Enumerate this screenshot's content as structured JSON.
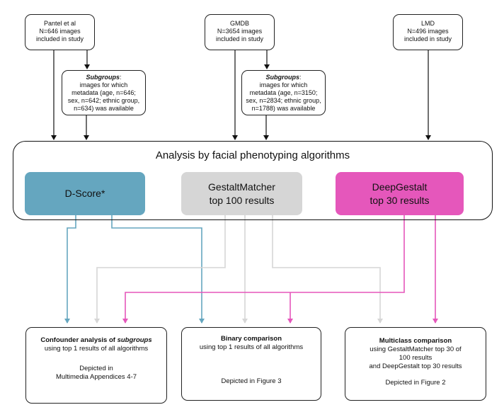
{
  "sources": {
    "pantel": {
      "lines": [
        "Pantel et al",
        "N=646 images",
        "included in study"
      ]
    },
    "gmdb": {
      "lines": [
        "GMDB",
        "N=3654 images",
        "included in study"
      ]
    },
    "lmd": {
      "lines": [
        "LMD",
        "N=496 images",
        "included in study"
      ]
    }
  },
  "subgroups": {
    "pantel": {
      "title": "Subgroups",
      "suffix": ":",
      "lines": [
        "images for which",
        "metadata (age, n=646;",
        "sex, n=642; ethnic group,",
        "n=634) was available"
      ]
    },
    "gmdb": {
      "title": "Subgroups",
      "suffix": ":",
      "lines": [
        "images for which",
        "metadata (age, n=3150;",
        "sex, n=2834; ethnic group,",
        "n=1788) was available"
      ]
    }
  },
  "analysis": {
    "title": "Analysis by facial phenotyping algorithms",
    "algorithms": [
      {
        "lines": [
          "D-Score*"
        ],
        "color": "#65a6bf"
      },
      {
        "lines": [
          "GestaltMatcher",
          "top 100 results"
        ],
        "color": "#d6d6d6"
      },
      {
        "lines": [
          "DeepGestalt",
          "top 30 results"
        ],
        "color": "#e557bb"
      }
    ]
  },
  "outputs": {
    "confounder": {
      "title_plain": "Confounder analysis of ",
      "title_italic": "subgroups",
      "sub": "using top 1 results of all algorithms",
      "depicted": [
        "Depicted in",
        "Multimedia Appendices 4-7"
      ]
    },
    "binary": {
      "title": "Binary comparison",
      "sub": "using top 1 results of all algorithms",
      "depicted": "Depicted in Figure 3"
    },
    "multiclass": {
      "title": "Multiclass comparison",
      "sub": [
        "using GestaltMatcher top 30 of",
        "100 results",
        "and DeepGestalt top 30 results"
      ],
      "depicted": "Depicted in Figure 2"
    }
  },
  "colors": {
    "dscore": "#65a6bf",
    "gestaltmatcher": "#d6d6d6",
    "deepgestalt": "#e557bb",
    "arrow_black": "#111111"
  }
}
